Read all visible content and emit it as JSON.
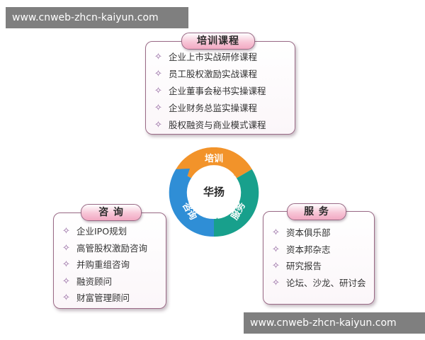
{
  "watermark": {
    "text": "www.cnweb-zhcn-kaiyun.com"
  },
  "center_label": "华扬",
  "cycle_labels": {
    "top": "培训",
    "left": "咨询",
    "right": "服务"
  },
  "colors": {
    "top_segment": "#f2932a",
    "left_segment": "#2f8ed6",
    "right_segment": "#18a08c",
    "panel_border": "#9a6a86",
    "tab_fill": "#f7c6d7",
    "bullet": "#8a5a98"
  },
  "training": {
    "title": "培训课程",
    "bullet_icon": "diamond-outline-icon",
    "items": [
      "企业上市实战研修课程",
      "员工股权激励实战课程",
      "企业董事会秘书实操课程",
      "企业财务总监实操课程",
      "股权融资与商业模式课程"
    ]
  },
  "consult": {
    "title": "咨 询",
    "bullet_icon": "diamond-outline-icon",
    "items": [
      "企业IPO规划",
      "高管股权激励咨询",
      "并购重组咨询",
      "融资顾问",
      "财富管理顾问"
    ]
  },
  "service": {
    "title": "服 务",
    "bullet_icon": "diamond-outline-icon",
    "items": [
      "资本俱乐部",
      "资本邦杂志",
      "研究报告",
      "论坛、沙龙、研讨会"
    ]
  }
}
